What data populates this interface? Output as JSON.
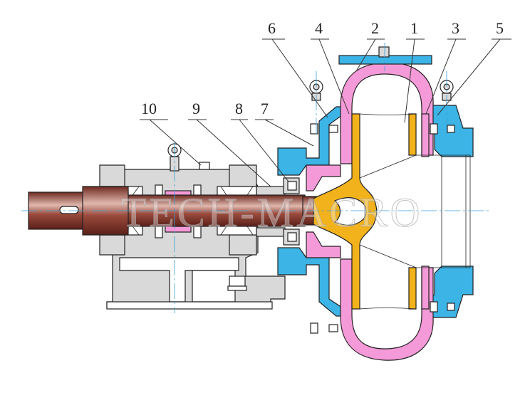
{
  "diagram": {
    "watermark": "TECH-MACRO",
    "callouts": [
      {
        "id": "c1",
        "label": "1"
      },
      {
        "id": "c2",
        "label": "2"
      },
      {
        "id": "c3",
        "label": "3"
      },
      {
        "id": "c4",
        "label": "4"
      },
      {
        "id": "c5",
        "label": "5"
      },
      {
        "id": "c6",
        "label": "6"
      },
      {
        "id": "c7",
        "label": "7"
      },
      {
        "id": "c8",
        "label": "8"
      },
      {
        "id": "c9",
        "label": "9"
      },
      {
        "id": "c10",
        "label": "10"
      }
    ],
    "colors": {
      "casing": "#f59ad8",
      "liner": "#3cb4e6",
      "impeller": "#f2b21c",
      "shaft": "#8a3b2e",
      "frame": "#d9d9d9",
      "outline": "#222222"
    }
  }
}
